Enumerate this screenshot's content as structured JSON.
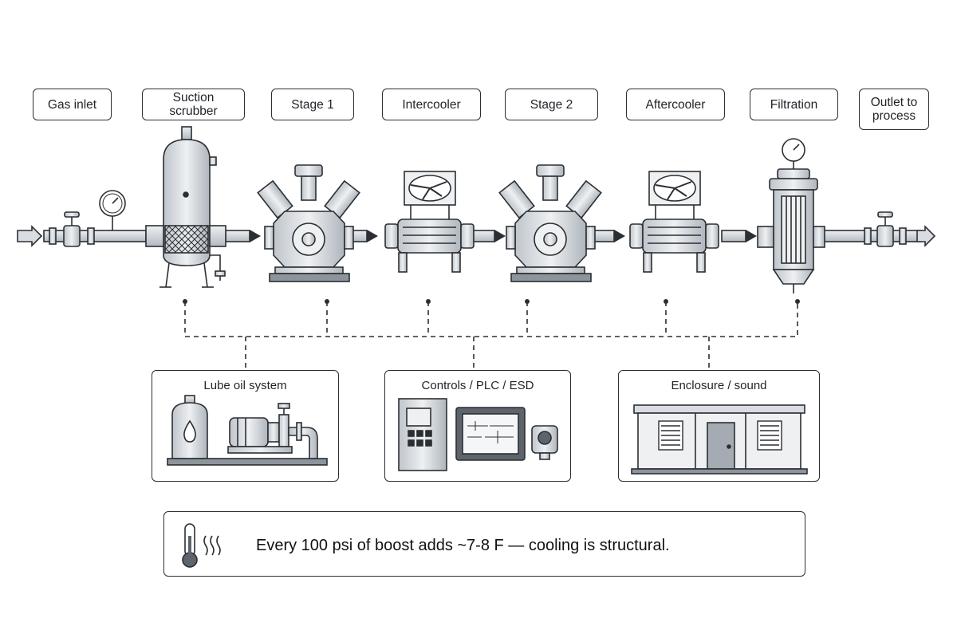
{
  "stages": [
    {
      "id": "gas-inlet",
      "label": "Gas inlet"
    },
    {
      "id": "suction-scrubber",
      "label": "Suction scrubber"
    },
    {
      "id": "stage-1",
      "label": "Stage 1"
    },
    {
      "id": "intercooler",
      "label": "Intercooler"
    },
    {
      "id": "stage-2",
      "label": "Stage 2"
    },
    {
      "id": "aftercooler",
      "label": "Aftercooler"
    },
    {
      "id": "filtration",
      "label": "Filtration"
    },
    {
      "id": "outlet",
      "label": "Outlet to\nprocess"
    }
  ],
  "support": {
    "lube": {
      "title": "Lube oil system"
    },
    "controls": {
      "title": "Controls / PLC / ESD"
    },
    "enclosure": {
      "title": "Enclosure / sound"
    }
  },
  "note": {
    "text": "Every 100 psi of boost adds ~7-8 F — cooling is structural."
  },
  "icons": [
    "inlet-arrow-icon",
    "valve-icon",
    "pressure-gauge-icon",
    "scrubber-vessel-icon",
    "compressor-icon",
    "fan-cooler-icon",
    "filter-vessel-icon",
    "outlet-arrow-icon",
    "oil-tank-icon",
    "pump-motor-icon",
    "control-cabinet-icon",
    "hmi-screen-icon",
    "estop-button-icon",
    "sound-enclosure-icon",
    "thermometer-icon"
  ],
  "colors": {
    "line": "#2b2f33",
    "metal": "#d9dde1",
    "metal_dark": "#8d949b",
    "accent": "#b9c0c7"
  }
}
